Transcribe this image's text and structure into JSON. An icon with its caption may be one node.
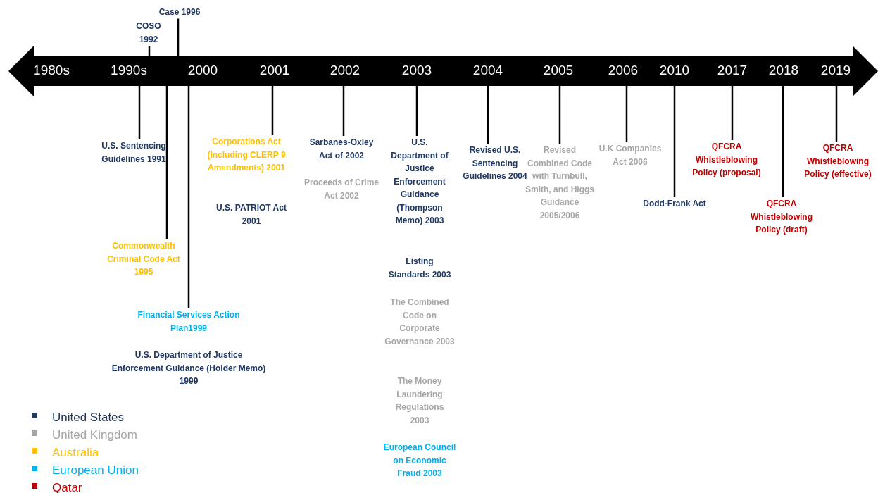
{
  "diagram": {
    "nodes": [
      {
        "text": [
          "1980s",
          "1990s",
          "2000",
          "2001",
          "2002",
          "2003",
          "2004",
          "2005",
          "2006",
          "2010",
          "2017",
          "2018",
          "2019"
        ]
      },
      {
        "text": [
          "COSO 1992"
        ]
      },
      {
        "text": [
          "Case 1996"
        ]
      },
      {
        "text": [
          "U.S. Sentencing Guidelines 1991"
        ]
      },
      {
        "text": [
          "Commonwealth Criminal Code Act 1995"
        ]
      },
      {
        "text": [
          "Financial Services Action Plan1999"
        ]
      },
      {
        "text": [
          "U.S. Department of Justice Enforcement Guidance (Holder Memo) 1999"
        ]
      },
      {
        "text": [
          "Corporations Act (Including CLERP 9 Amendments) 2001"
        ]
      },
      {
        "text": [
          "U.S. PATRIOT Act 2001"
        ]
      },
      {
        "text": [
          "Sarbanes-Oxley Act of 2002"
        ]
      },
      {
        "text": [
          "Proceeds of Crime Act 2002"
        ]
      },
      {
        "text": [
          "U.S. Department of Justice Enforcement Guidance (Thompson Memo) 2003"
        ]
      },
      {
        "text": [
          "Listing Standards 2003"
        ]
      },
      {
        "text": [
          "The Combined Code on Corporate Governance 2003"
        ]
      },
      {
        "text": [
          "The Money Laundering Regulations 2003"
        ]
      },
      {
        "text": [
          "European Council on Economic Fraud 2003"
        ]
      },
      {
        "text": [
          "Revised U.S. Sentencing Guidelines 2004"
        ]
      },
      {
        "text": [
          "Revised Combined Code with Turnbull, Smith, and Higgs Guidance 2005/2006"
        ]
      },
      {
        "text": [
          "U.K Companies Act 2006"
        ]
      },
      {
        "text": [
          "Dodd-Frank Act"
        ]
      },
      {
        "text": [
          "QFCRA Whistleblowing Policy (proposal)"
        ]
      },
      {
        "text": [
          "QFCRA Whistleblowing Policy (draft)"
        ]
      },
      {
        "text": [
          "QFCRA Whistleblowing Policy (effective)"
        ]
      }
    ],
    "edges": [
      {
        "from": 0,
        "to": 1,
        "arrow": "none"
      },
      {
        "from": 0,
        "to": 2,
        "arrow": "none"
      },
      {
        "from": 0,
        "to": 3,
        "arrow": "none"
      },
      {
        "from": 0,
        "to": 4,
        "arrow": "none"
      },
      {
        "from": 0,
        "to": 5,
        "arrow": "none"
      },
      {
        "from": 0,
        "to": 7,
        "arrow": "none"
      },
      {
        "from": 0,
        "to": 9,
        "arrow": "none"
      },
      {
        "from": 0,
        "to": 11,
        "arrow": "none"
      },
      {
        "from": 0,
        "to": 16,
        "arrow": "none"
      },
      {
        "from": 0,
        "to": 17,
        "arrow": "none"
      },
      {
        "from": 0,
        "to": 18,
        "arrow": "none"
      },
      {
        "from": 0,
        "to": 19,
        "arrow": "none"
      },
      {
        "from": 0,
        "to": 20,
        "arrow": "none"
      },
      {
        "from": 0,
        "to": 21,
        "arrow": "none"
      },
      {
        "from": 0,
        "to": 22,
        "arrow": "none"
      }
    ],
    "legend": [
      {
        "text": "United States",
        "color": "#1f3864"
      },
      {
        "text": "United Kingdom",
        "color": "#a6a6a6"
      },
      {
        "text": "Australia",
        "color": "#ffc000"
      },
      {
        "text": "European Union",
        "color": "#00b0f0"
      },
      {
        "text": "Qatar",
        "color": "#c00000"
      }
    ]
  }
}
